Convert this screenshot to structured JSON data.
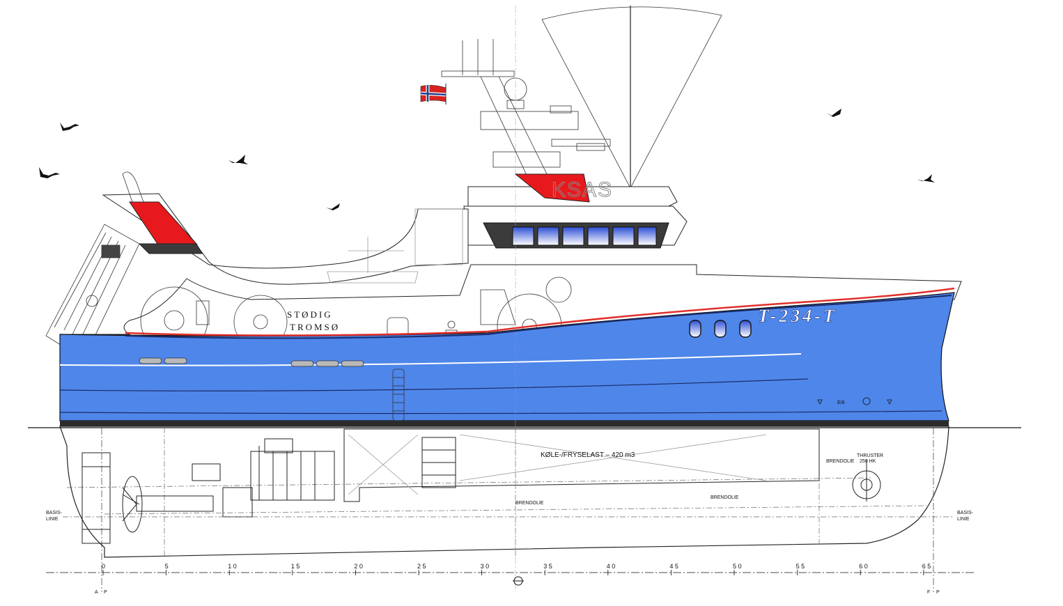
{
  "vessel": {
    "registration": "T-234-T",
    "name": "STØDIG",
    "home_port": "TROMSØ",
    "funnel_mark": "KSAS"
  },
  "labels": {
    "cargo_hold": "KØLE-/FRYSELAST – 420 m3",
    "fuel_aft": "BRENDOLIE",
    "fuel_mid": "BRENDOLIE",
    "fuel_fwd": "BRENDOLIE",
    "thruster_line1": "THRUSTER",
    "thruster_line2": "250 HK",
    "basis_left_1": "BASIS-",
    "basis_left_2": "LINIE",
    "basis_right_1": "BASIS-",
    "basis_right_2": "LINIE",
    "ap_a": "A",
    "ap_p": "P",
    "fp_f": "F",
    "fp_p": "P",
    "draft_mark": "E/8"
  },
  "scale": {
    "ticks": [
      "0",
      "5",
      "1 0",
      "1 5",
      "2 0",
      "2 5",
      "3 0",
      "3 5",
      "4 0",
      "4 5",
      "5 0",
      "5 5",
      "6 0",
      "6 5"
    ]
  },
  "colors": {
    "hull": "#4f86ea",
    "hull_dark": "#1a2a66",
    "stripe_red": "#e0302c",
    "funnel_red": "#e8191c",
    "flag_red": "#d7231f",
    "flag_blue": "#1f3f8f",
    "window_blue": "#2d4fd6",
    "line": "#222222"
  }
}
